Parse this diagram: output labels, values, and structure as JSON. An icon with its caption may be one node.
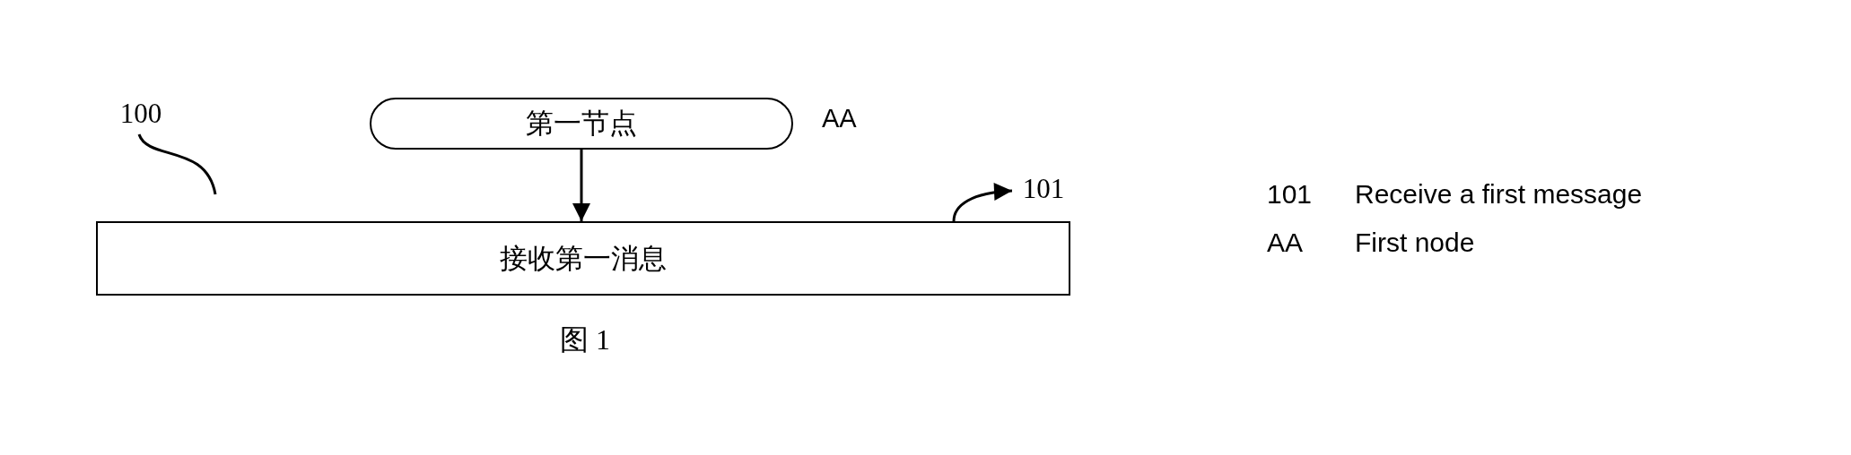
{
  "diagram": {
    "caption": "图 1",
    "nodes": [
      {
        "text": [
          "第一节点"
        ],
        "beside": [
          "AA"
        ]
      },
      {
        "text": [
          "接收第一消息"
        ]
      },
      {
        "text": [
          "101"
        ]
      },
      {
        "text": [
          "100"
        ]
      }
    ],
    "edges": [
      {
        "from": 0,
        "to": 1,
        "arrow": "to"
      },
      {
        "from": 1,
        "to": 2,
        "arrow": "to"
      },
      {
        "from": 3,
        "to": null,
        "arrow": "none"
      }
    ],
    "labels": [
      "101",
      "Receive a first message",
      "AA",
      "First node"
    ]
  }
}
